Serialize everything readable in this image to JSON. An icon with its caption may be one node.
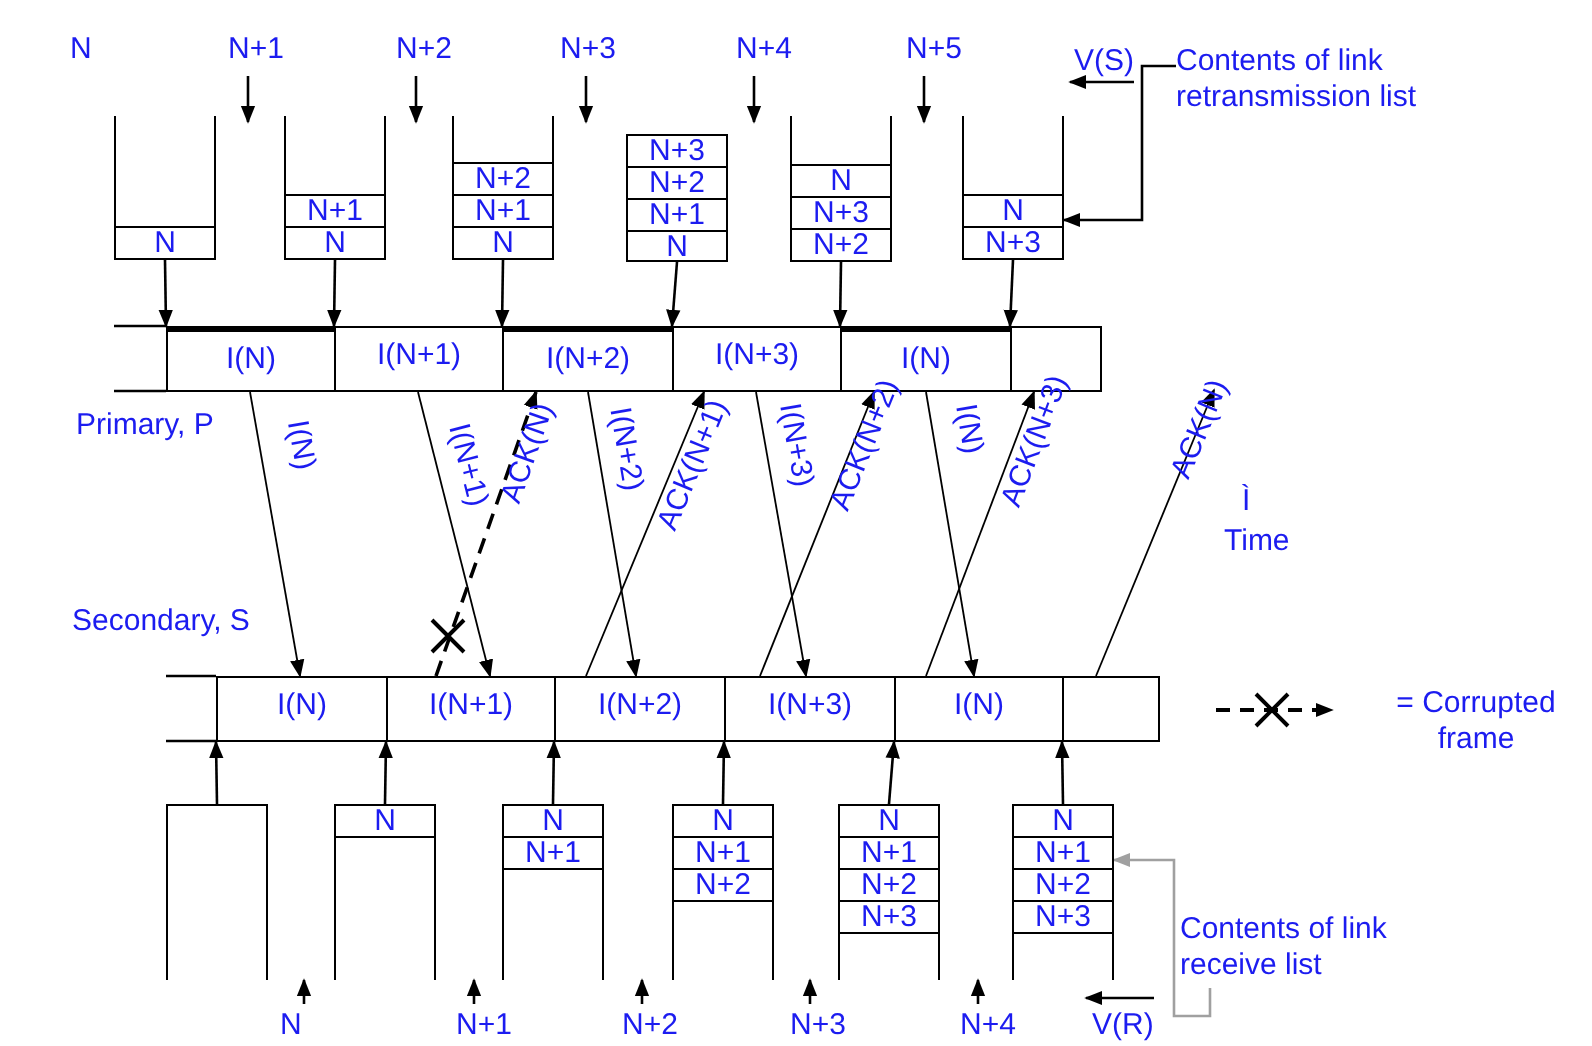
{
  "diagram": {
    "nodes": [
      {
        "text": [
          "Contents of link retransmission list"
        ]
      },
      {
        "text": [
          "N"
        ]
      },
      {
        "text": [
          "N+1",
          "N"
        ]
      },
      {
        "text": [
          "N+2",
          "N+1",
          "N"
        ]
      },
      {
        "text": [
          "N+3",
          "N+2",
          "N+1",
          "N"
        ]
      },
      {
        "text": [
          "N",
          "N+3",
          "N+2"
        ]
      },
      {
        "text": [
          "N",
          "N+3"
        ]
      },
      {
        "text": [
          "I(N)"
        ]
      },
      {
        "text": [
          "I(N+1)"
        ]
      },
      {
        "text": [
          "I(N+2)"
        ]
      },
      {
        "text": [
          "I(N+3)"
        ]
      },
      {
        "text": [
          "I(N)"
        ]
      },
      {
        "text": [],
        "shape": "box"
      },
      {
        "text": [
          "I(N)"
        ]
      },
      {
        "text": [
          "I(N+1)"
        ]
      },
      {
        "text": [
          "I(N+2)"
        ]
      },
      {
        "text": [
          "I(N+3)"
        ]
      },
      {
        "text": [
          "I(N)"
        ]
      },
      {
        "text": [],
        "shape": "box"
      },
      {
        "text": [],
        "shape": "box"
      },
      {
        "text": [
          "N"
        ]
      },
      {
        "text": [
          "N",
          "N+1"
        ]
      },
      {
        "text": [
          "N",
          "N+1",
          "N+2"
        ]
      },
      {
        "text": [
          "N",
          "N+1",
          "N+2",
          "N+3"
        ]
      },
      {
        "text": [
          "N",
          "N+1",
          "N+2",
          "N+3"
        ]
      },
      {
        "text": [
          "Contents of link receive list"
        ]
      }
    ],
    "edges": [
      {
        "from": 0,
        "to": 6,
        "arrow": "to"
      },
      {
        "from": 1,
        "to": 7,
        "arrow": "to"
      },
      {
        "from": 2,
        "to": 8,
        "arrow": "to"
      },
      {
        "from": 3,
        "to": 9,
        "arrow": "to"
      },
      {
        "from": 4,
        "to": 10,
        "arrow": "to"
      },
      {
        "from": 5,
        "to": 11,
        "arrow": "to"
      },
      {
        "from": 6,
        "to": 12,
        "arrow": "to"
      },
      {
        "from": 7,
        "to": 13,
        "arrow": "to",
        "label": "I(N)"
      },
      {
        "from": 8,
        "to": 14,
        "arrow": "to",
        "label": "I(N+1)"
      },
      {
        "from": 14,
        "to": 9,
        "arrow": "to",
        "label": "ACK(N)",
        "style": "dashed"
      },
      {
        "from": 9,
        "to": 15,
        "arrow": "to",
        "label": "I(N+2)"
      },
      {
        "from": 15,
        "to": 10,
        "arrow": "to",
        "label": "ACK(N+1)"
      },
      {
        "from": 10,
        "to": 16,
        "arrow": "to",
        "label": "I(N+3)"
      },
      {
        "from": 16,
        "to": 11,
        "arrow": "to",
        "label": "ACK(N+2)"
      },
      {
        "from": 11,
        "to": 17,
        "arrow": "to",
        "label": "I(N)"
      },
      {
        "from": 17,
        "to": 12,
        "arrow": "to",
        "label": "ACK(N+3)"
      },
      {
        "from": 18,
        "to": null,
        "arrow": "to",
        "label": "ACK(N)"
      },
      {
        "from": 19,
        "to": 13,
        "arrow": "to"
      },
      {
        "from": 20,
        "to": 14,
        "arrow": "to"
      },
      {
        "from": 21,
        "to": 15,
        "arrow": "to"
      },
      {
        "from": 22,
        "to": 16,
        "arrow": "to"
      },
      {
        "from": 23,
        "to": 17,
        "arrow": "to"
      },
      {
        "from": 24,
        "to": 18,
        "arrow": "to"
      },
      {
        "from": 25,
        "to": 24,
        "arrow": "to",
        "color": "#a0a0a0"
      }
    ],
    "labels": [
      "N",
      "N+1",
      "N+2",
      "N+3",
      "N+4",
      "N+5",
      "V(S)",
      "Primary, P",
      "Ì",
      "Time",
      "Secondary, S",
      "N",
      "N+1",
      "N+2",
      "N+3",
      "N+4",
      "V(R)"
    ],
    "legend": [
      {
        "text": "= Corrupted frame"
      }
    ]
  }
}
